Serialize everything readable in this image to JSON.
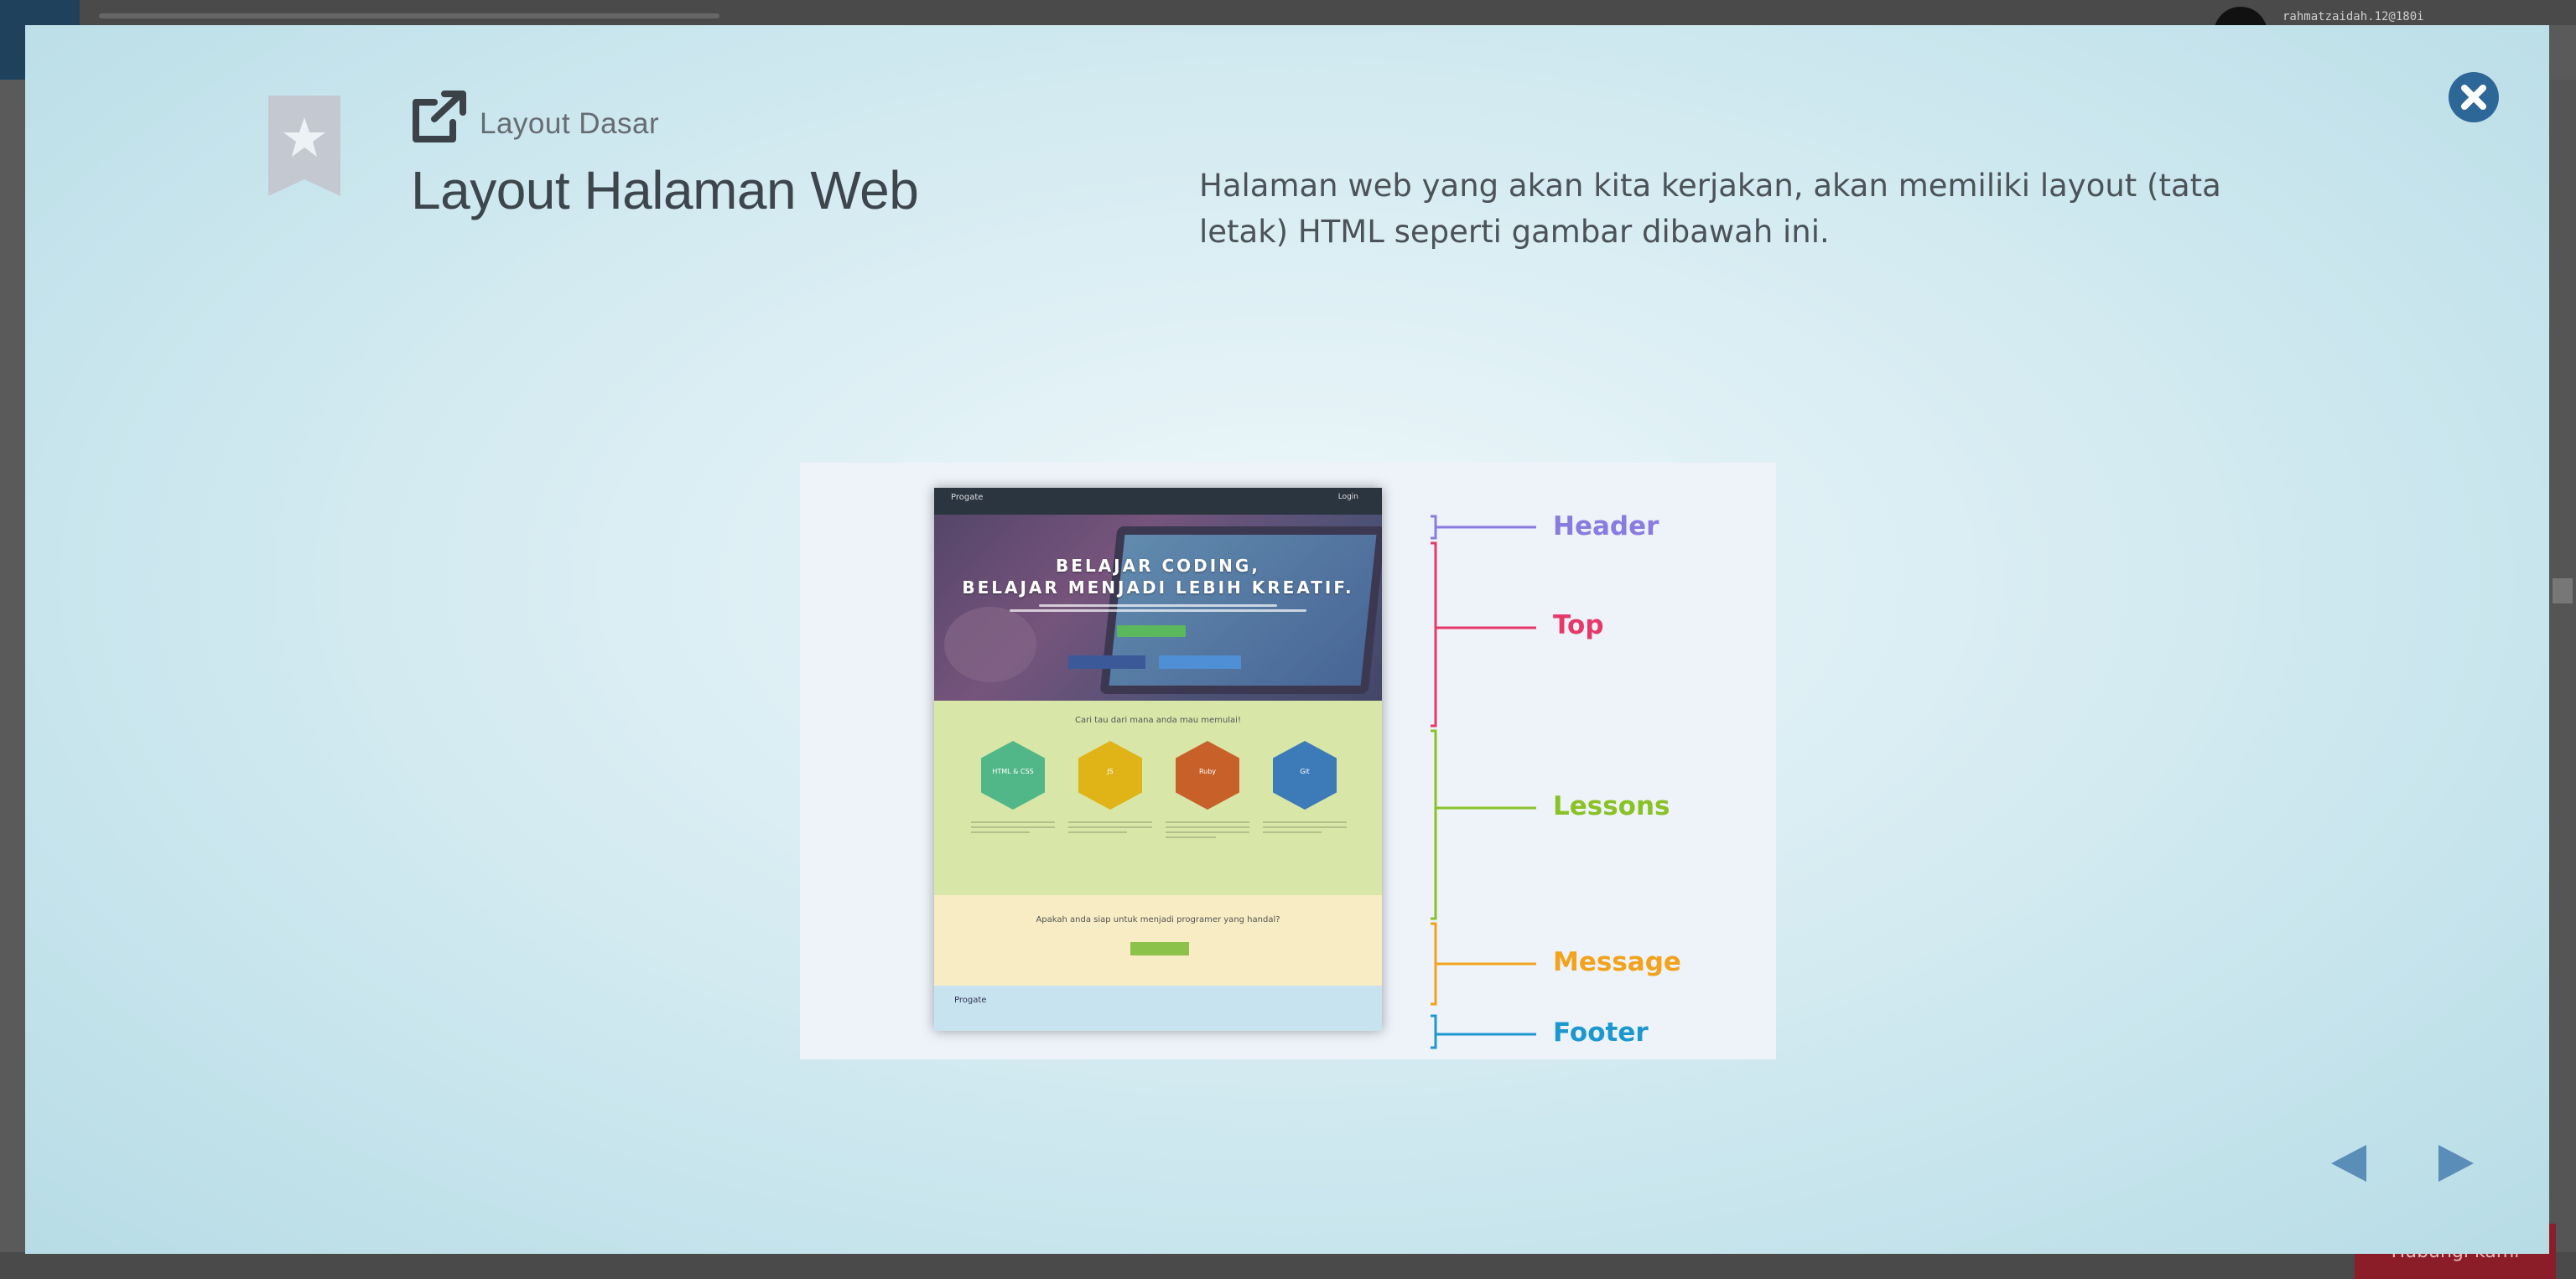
{
  "background": {
    "username": "rahmatzaidah.12@180i"
  },
  "modal": {
    "subtitle": "Layout Dasar",
    "title": "Layout Halaman Web",
    "description": "Halaman web yang akan kita kerjakan, akan memiliki layout (tata letak) HTML seperti gambar dibawah ini.",
    "bottom_button": "Hubungi kami",
    "icons": {
      "bookmark": "bookmark-star-icon",
      "external": "external-link-icon",
      "close": "close-icon",
      "prev": "arrow-left-icon",
      "next": "arrow-right-icon"
    },
    "colors": {
      "close_button": "#2c6797",
      "nav_arrows": "#5b8db9",
      "bookmark": "#c4c9d1"
    }
  },
  "figure": {
    "mockup": {
      "brand": "Progate",
      "login": "Login",
      "top_title_line1": "BELAJAR CODING,",
      "top_title_line2": "BELAJAR MENJADI LEBIH KREATIF.",
      "lessons_title": "Cari tau dari mana anda mau memulai!",
      "lessons": [
        "HTML & CSS",
        "JS",
        "Ruby",
        "Git"
      ],
      "message_title": "Apakah anda siap untuk menjadi programer yang handal?",
      "footer_brand": "Progate"
    },
    "labels": [
      {
        "name": "Header",
        "color": "#8a7be0"
      },
      {
        "name": "Top",
        "color": "#e8386a"
      },
      {
        "name": "Lessons",
        "color": "#8ac226"
      },
      {
        "name": "Message",
        "color": "#f2a21c"
      },
      {
        "name": "Footer",
        "color": "#1d97cf"
      }
    ]
  }
}
